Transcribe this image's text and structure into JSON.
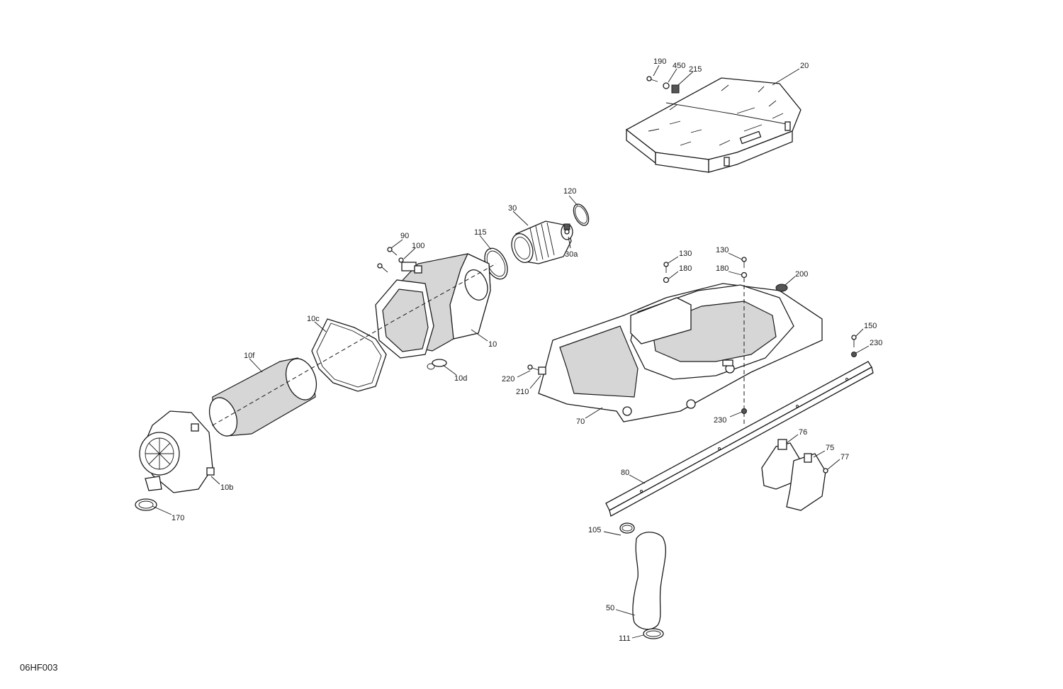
{
  "figure_code": "06HF003",
  "callouts": {
    "c20": "20",
    "c190": "190",
    "c450": "450",
    "c215": "215",
    "c120": "120",
    "c30": "30",
    "c30a": "30a",
    "c115": "115",
    "c90": "90",
    "c100": "100",
    "c10": "10",
    "c10c": "10c",
    "c10d": "10d",
    "c10f": "10f",
    "c10b": "10b",
    "c170": "170",
    "c130a": "130",
    "c180a": "180",
    "c130b": "130",
    "c180b": "180",
    "c200": "200",
    "c150": "150",
    "c230a": "230",
    "c230b": "230",
    "c220": "220",
    "c210": "210",
    "c70": "70",
    "c76": "76",
    "c75": "75",
    "c77": "77",
    "c80": "80",
    "c105": "105",
    "c50": "50",
    "c111": "111"
  }
}
